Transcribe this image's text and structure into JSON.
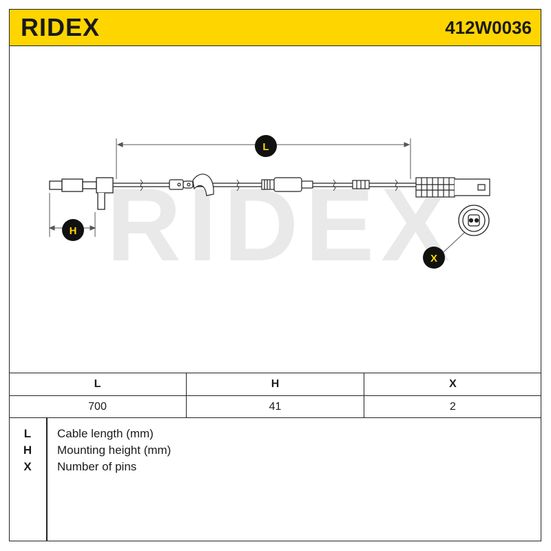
{
  "header": {
    "brand": "RIDEX",
    "part_number": "412W0036",
    "background_color": "#ffd500"
  },
  "drawing": {
    "watermark": "RIDEX",
    "dimension_markers": [
      "L",
      "H",
      "X"
    ]
  },
  "spec_table": {
    "headers": [
      "L",
      "H",
      "X"
    ],
    "values": [
      "700",
      "41",
      "2"
    ]
  },
  "legend": [
    {
      "key": "L",
      "text": "Cable length (mm)"
    },
    {
      "key": "H",
      "text": "Mounting height (mm)"
    },
    {
      "key": "X",
      "text": "Number of pins"
    }
  ]
}
